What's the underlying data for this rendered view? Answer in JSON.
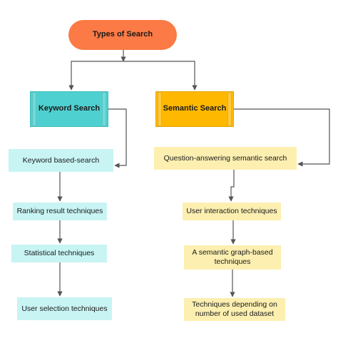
{
  "root": {
    "label": "Types of Search"
  },
  "keyword": {
    "label": "Keyword Search",
    "items": [
      "Keyword based-search",
      "Ranking result techniques",
      "Statistical techniques",
      "User selection techniques"
    ]
  },
  "semantic": {
    "label": "Semantic Search",
    "items": [
      "Question-answering semantic search",
      "User interaction techniques",
      "A semantic graph-based techniques",
      "Techniques depending on number of used dataset"
    ]
  },
  "colors": {
    "root": "#fb7a45",
    "keyword_header": "#4fd0d0",
    "semantic_header": "#ffb800",
    "keyword_item": "#c8f4f4",
    "semantic_item": "#fcefb0",
    "connector": "#555555"
  }
}
